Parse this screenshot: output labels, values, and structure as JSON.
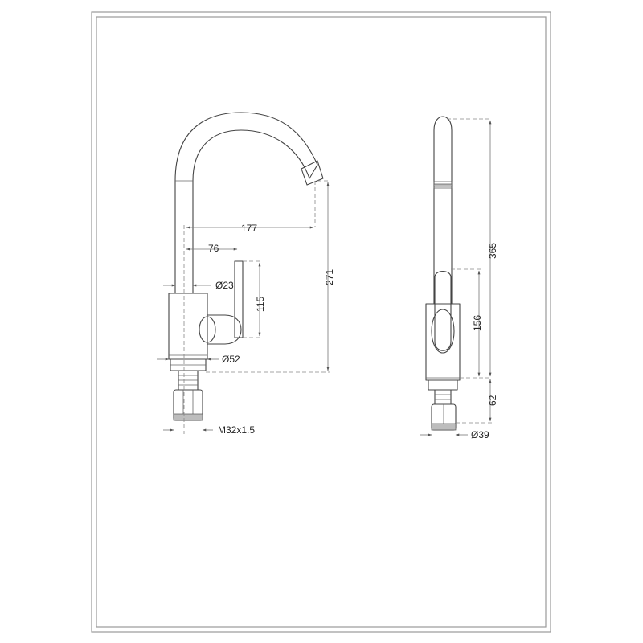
{
  "front_view": {
    "dim_spout_reach": "177",
    "dim_handle_offset": "76",
    "dim_spout_diameter": "Ø23",
    "dim_handle_height": "115",
    "dim_total_height": "271",
    "dim_body_diameter": "Ø52",
    "dim_thread": "M32x1.5"
  },
  "side_view": {
    "dim_total_height": "365",
    "dim_body_height": "156",
    "dim_connector_height": "62",
    "dim_connector_diameter": "Ø39"
  },
  "colors": {
    "frame": "#9a9a9a",
    "outline": "#444444",
    "dimension": "#777777"
  }
}
